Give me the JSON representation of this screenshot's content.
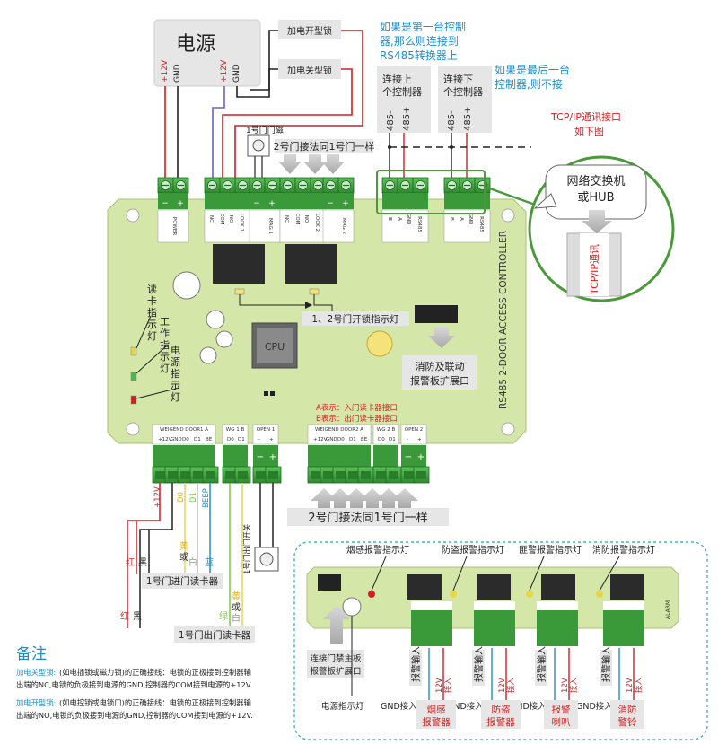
{
  "power_box": {
    "title": "电源",
    "pins": [
      "+12V",
      "GND",
      "+12V",
      "GND"
    ]
  },
  "lock_boxes": {
    "top": "加电开型锁",
    "bottom": "加电关型锁"
  },
  "notes_top": {
    "first_controller": [
      "如果是第一台控制",
      "器,那么则连接到",
      "RS485转换器上"
    ],
    "last_controller": [
      "如果是最后一台",
      "控制器,则不接"
    ],
    "tcpip": [
      "TCP/IP通讯接口",
      "如下图"
    ]
  },
  "rs485_boxes": {
    "up": {
      "title": [
        "连接上",
        "个控制器"
      ],
      "pins": [
        "485-",
        "485+"
      ]
    },
    "down": {
      "title": [
        "连接下",
        "个控制器"
      ],
      "pins": [
        "485-",
        "485+"
      ]
    }
  },
  "door_sensor": {
    "label": "1号门门磁",
    "same_label": "2号门接法同1号门一样"
  },
  "network": {
    "switch": [
      "网络交换机",
      "或HUB"
    ],
    "port": "TCP/IP通讯"
  },
  "board": {
    "terminals_top": [
      "POWER",
      "LOCK 1",
      "MAG 1",
      "LOCK 2",
      "MAG 2",
      "RS485",
      "RS485"
    ],
    "pin_labels_top": [
      "-",
      "+",
      "NO",
      "COM",
      "NC",
      "-",
      "+",
      "NO",
      "COM",
      "NC",
      "-",
      "+",
      "GND",
      "A",
      "B",
      "GND",
      "A",
      "B"
    ],
    "side_title": "RS485 2-DOOR ACCESS CONTROLLER",
    "cpu": "CPU",
    "unlock_led_note": "1、2号门开锁指示灯",
    "fire_ext": [
      "消防及联动",
      "报警板扩展口"
    ],
    "legend": [
      "A表示：入门读卡器接口",
      "B表示：出门读卡器接口"
    ],
    "indicators": {
      "reader": [
        "读",
        "卡",
        "指",
        "示",
        "灯"
      ],
      "work": [
        "工",
        "作",
        "指",
        "示",
        "灯"
      ],
      "power": [
        "电",
        "源",
        "指",
        "示",
        "灯"
      ]
    },
    "terminals_bottom": [
      "WEIGEND DOOR1 A",
      "WG 1 B",
      "OPEN 1",
      "WEIGEND DOOR2 A",
      "WG 2 B",
      "OPEN 2"
    ],
    "pin_labels_bottom_1": [
      "+12V",
      "GND",
      "D0",
      "D1",
      "BE"
    ],
    "pin_labels_bottom_2": [
      "D0",
      "D1"
    ],
    "pin_labels_bottom_3": [
      "-",
      "+"
    ]
  },
  "wires_bottom": {
    "labels": [
      "+12V",
      "D0",
      "D1",
      "BEEP"
    ],
    "open_switch": "1号门出门开关"
  },
  "door2_same": "2号门接法同1号门一样",
  "reader_in": {
    "colors": [
      "红",
      "黑",
      "黄",
      "或",
      "白",
      "蓝"
    ],
    "label": "1号门进门读卡器"
  },
  "reader_out": {
    "colors": [
      "红",
      "黑",
      "绿",
      "黄",
      "或",
      "白"
    ],
    "label": "1号门出门读卡器"
  },
  "remarks": {
    "title": "备注",
    "line1_head": "加电关型锁:",
    "line1": "(如电插锁或磁力锁)的正确接线：电锁的正极接到控制器输",
    "line1b": "出端的NC,电锁的负极接到电源的GND,控制器的COM接到电源的+12V.",
    "line2_head": "加电开型锁:",
    "line2": "(如电控锁或电锁口)的正确接线：电锁的正极接到控制器输",
    "line2b": "出端的NO,电锁的负极接到电源的GND,控制器的COM接到电源的+12V."
  },
  "alarm_panel": {
    "lights": [
      "烟感报警指示灯",
      "防盗报警指示灯",
      "匪警报警指示灯",
      "消防报警指示灯"
    ],
    "ext": [
      "连接门禁主板",
      "报警板扩展口"
    ],
    "power_light": "电源指示灯",
    "inputs": "报警输入",
    "supply": [
      "12V",
      "接入"
    ],
    "gnd": "GND接入",
    "devices": [
      [
        "烟感",
        "报警器"
      ],
      [
        "防盗",
        "报警器"
      ],
      [
        "报警",
        "喇叭"
      ],
      [
        "消防",
        "警铃"
      ]
    ]
  },
  "colors": {
    "board": "#d4e6a8",
    "terminal": "#3aa63a",
    "green_frame": "#4a9a3a",
    "red": "#d02020",
    "blue_note": "#1a8fd0",
    "teal": "#4ab0c0"
  }
}
